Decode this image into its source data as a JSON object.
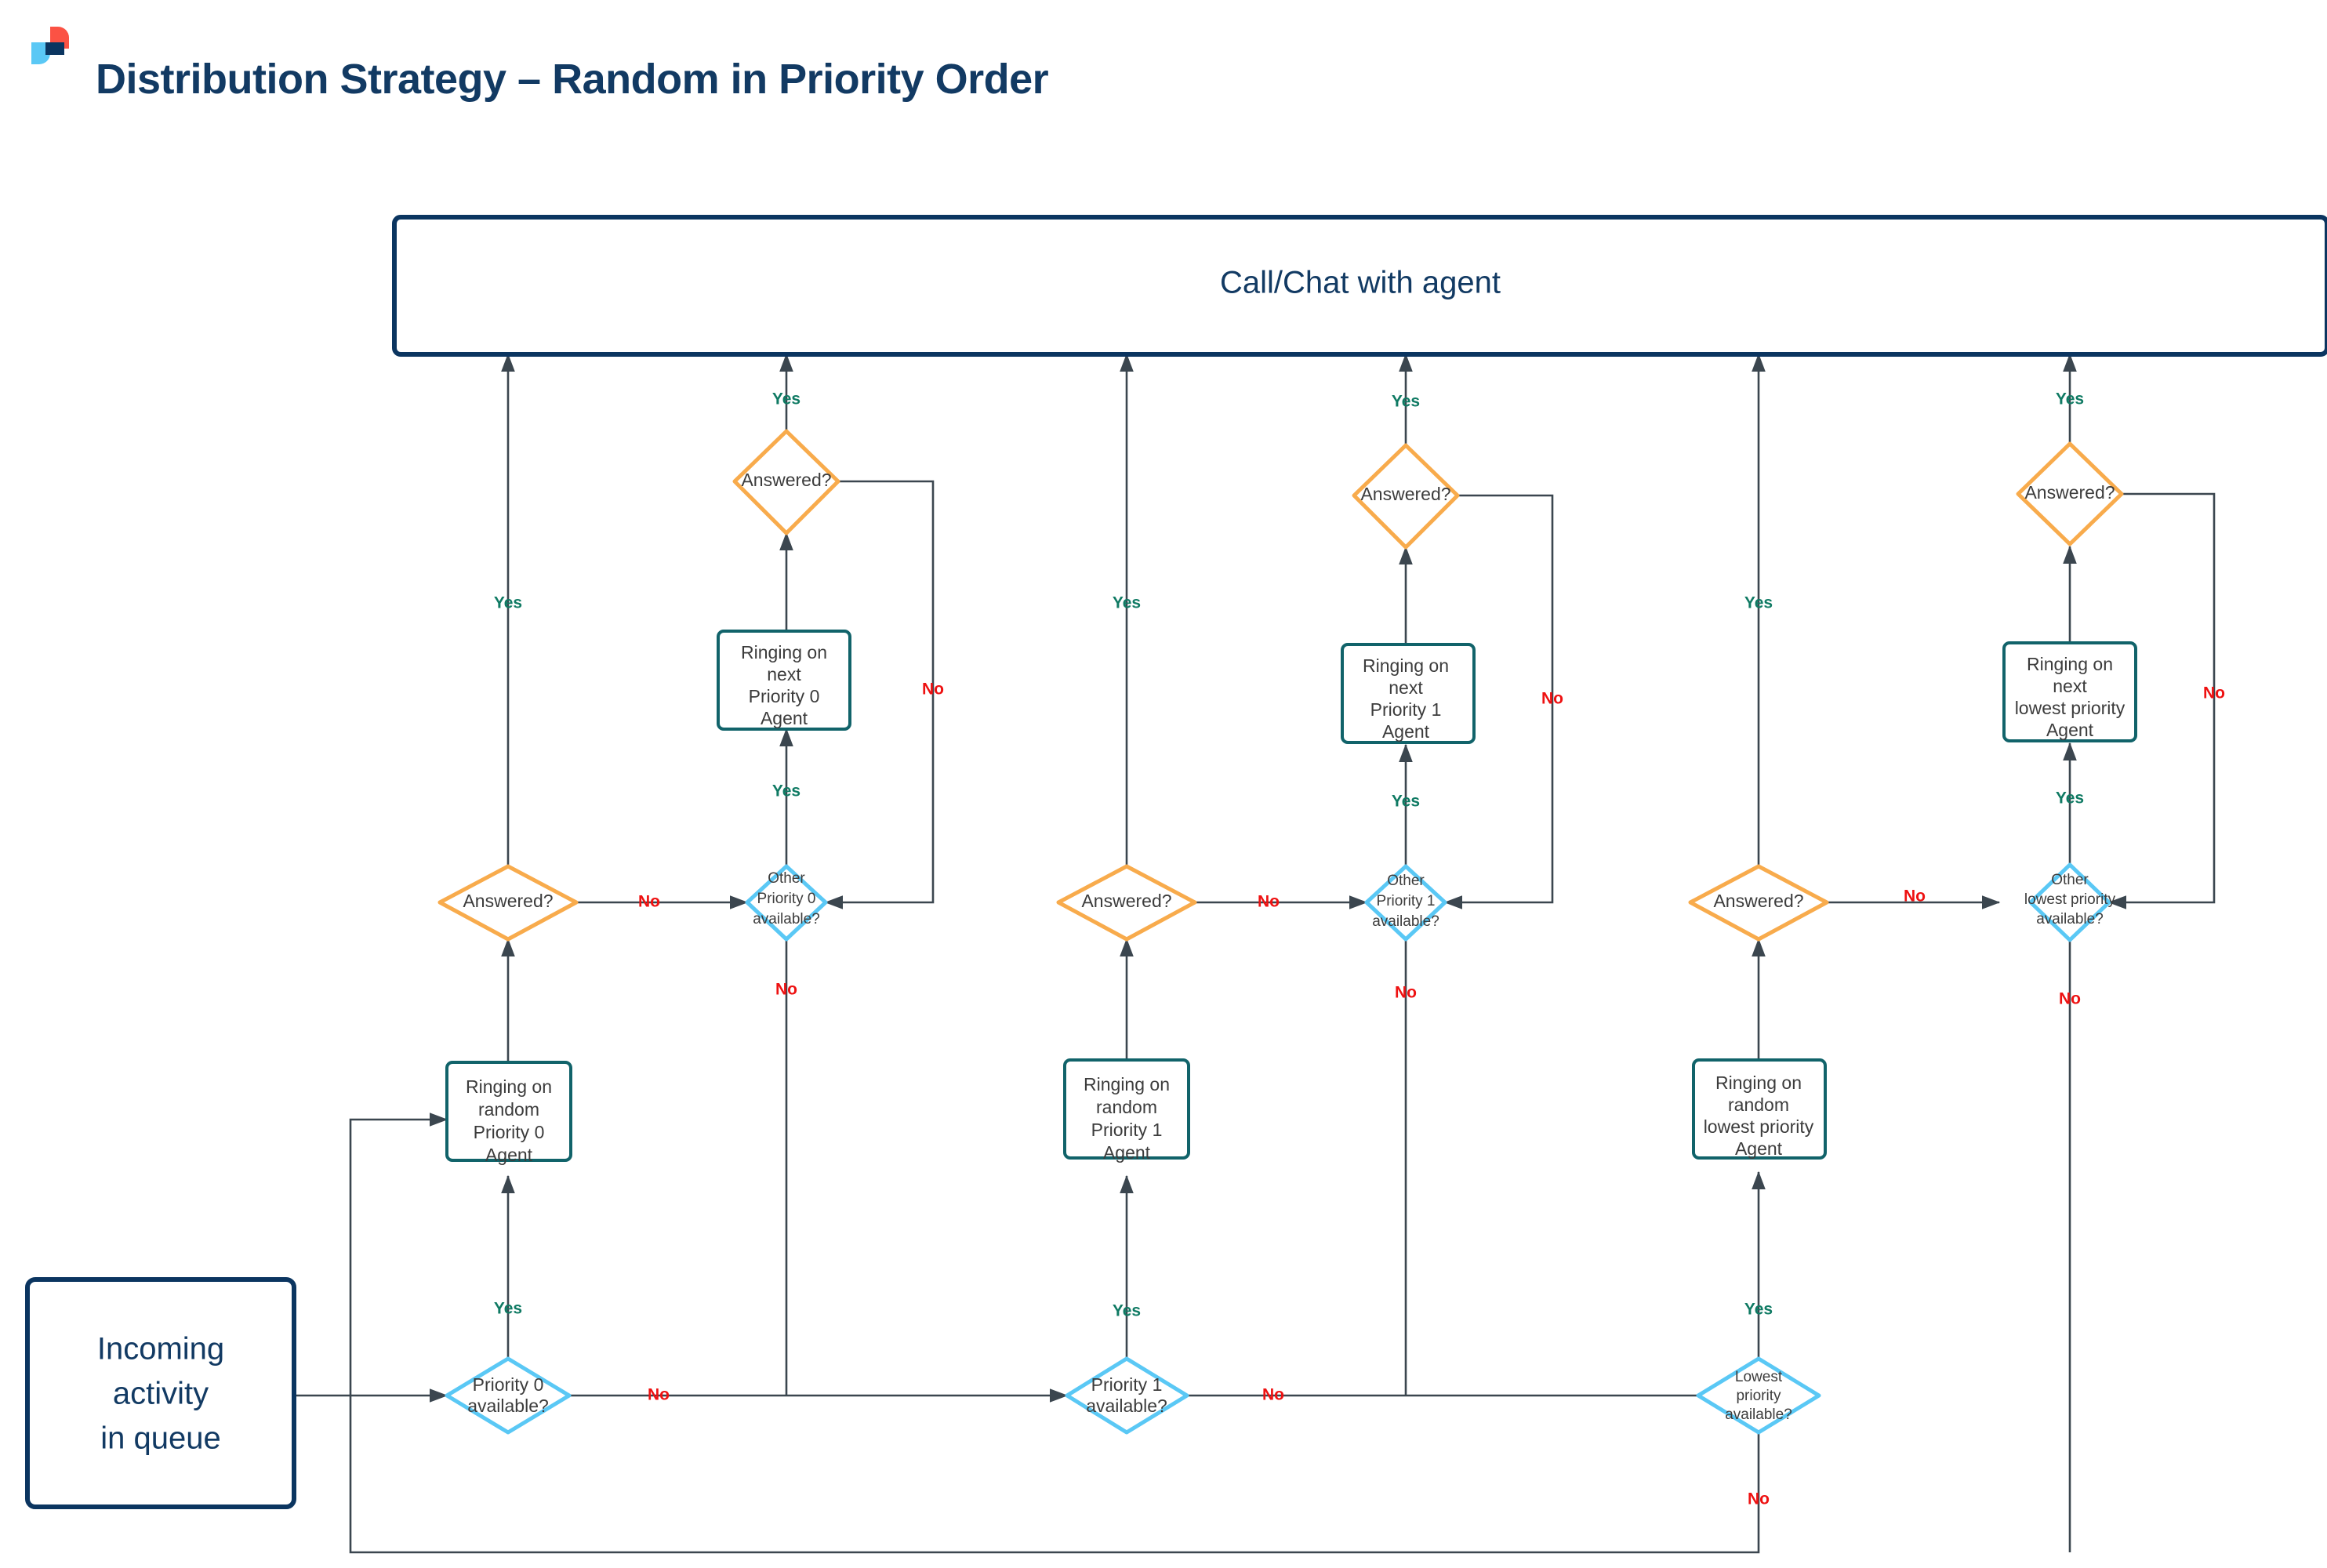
{
  "header": {
    "title": "Distribution Strategy – Random in Priority Order",
    "logo_name": "brand-logo",
    "brand_colors": {
      "navy": "#123a63",
      "red": "#fb5244",
      "light_blue": "#5ac8f5"
    }
  },
  "palette": {
    "terminator_border": "#0b3560",
    "process_border": "#11636a",
    "decision_answered_border": "#f8ab4c",
    "decision_availability_border": "#5ac8f5",
    "edge": "#3b464f",
    "yes_label": "#0f7a63",
    "no_label": "#ee1111"
  },
  "nodes": {
    "call_with_agent": "Call/Chat with agent",
    "incoming_activity": "Incoming\nactivity\nin queue",
    "incoming_activity_lines": [
      "Incoming",
      "activity",
      "in queue"
    ],
    "columns": [
      {
        "id": "priority-0",
        "availability_lines": [
          "Priority 0",
          "available?"
        ],
        "ringing_random_lines": [
          "Ringing on",
          "random",
          "Priority 0",
          "Agent"
        ],
        "answered_label": "Answered?",
        "other_available_lines": [
          "Other",
          "Priority 0",
          "available?"
        ],
        "ringing_next_lines": [
          "Ringing on",
          "next",
          "Priority 0",
          "Agent"
        ]
      },
      {
        "id": "priority-1",
        "availability_lines": [
          "Priority 1",
          "available?"
        ],
        "ringing_random_lines": [
          "Ringing on",
          "random",
          "Priority 1",
          "Agent"
        ],
        "answered_label": "Answered?",
        "other_available_lines": [
          "Other",
          "Priority 1",
          "available?"
        ],
        "ringing_next_lines": [
          "Ringing on",
          "next",
          "Priority 1",
          "Agent"
        ]
      },
      {
        "id": "lowest-priority",
        "availability_lines": [
          "Lowest",
          "priority",
          "available?"
        ],
        "ringing_random_lines": [
          "Ringing on",
          "random",
          "lowest priority",
          "Agent"
        ],
        "answered_label": "Answered?",
        "other_available_lines": [
          "Other",
          "lowest priority",
          "available?"
        ],
        "ringing_next_lines": [
          "Ringing on",
          "next",
          "lowest priority",
          "Agent"
        ]
      }
    ]
  },
  "edge_labels": {
    "yes": "Yes",
    "no": "No"
  }
}
